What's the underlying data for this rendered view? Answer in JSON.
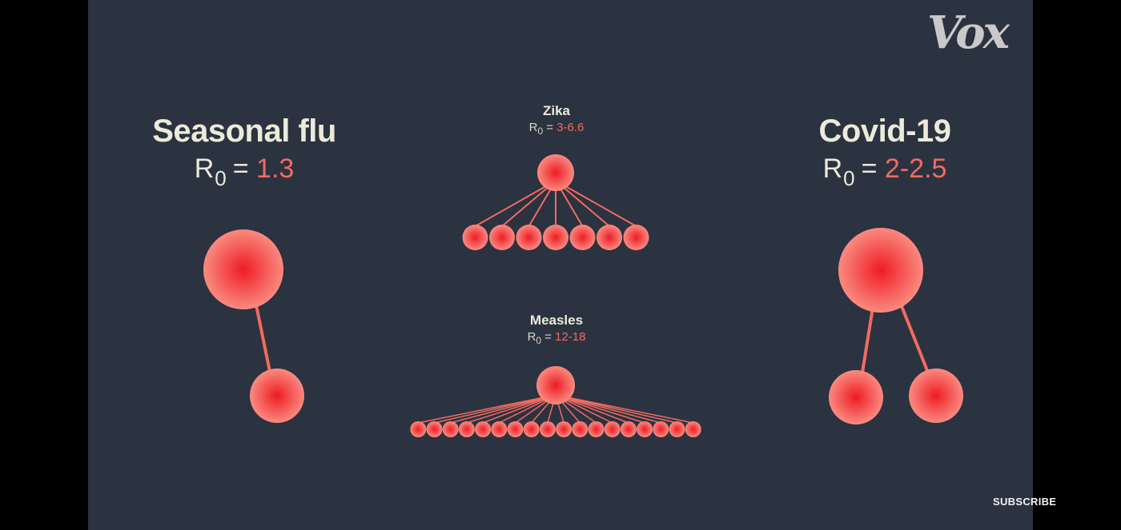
{
  "brand": {
    "logo_text": "Vox"
  },
  "seasonal_flu": {
    "title": "Seasonal flu",
    "r_label": "R",
    "r_sub": "0",
    "eq": "=",
    "value": "1.3"
  },
  "covid": {
    "title": "Covid-19",
    "r_label": "R",
    "r_sub": "0",
    "eq": "=",
    "value": "2-2.5"
  },
  "zika": {
    "title": "Zika",
    "r_label": "R",
    "r_sub": "0",
    "eq": "=",
    "value": "3-6.6",
    "children": 7
  },
  "measles": {
    "title": "Measles",
    "r_label": "R",
    "r_sub": "0",
    "eq": "=",
    "value": "12-18",
    "children": 18
  },
  "subscribe_label": "SUBSCRIBE",
  "colors": {
    "background": "#2b3240",
    "node": "#f26b60",
    "node_core": "#ee1c24",
    "accent": "#f26b60",
    "text": "#ecead9"
  }
}
